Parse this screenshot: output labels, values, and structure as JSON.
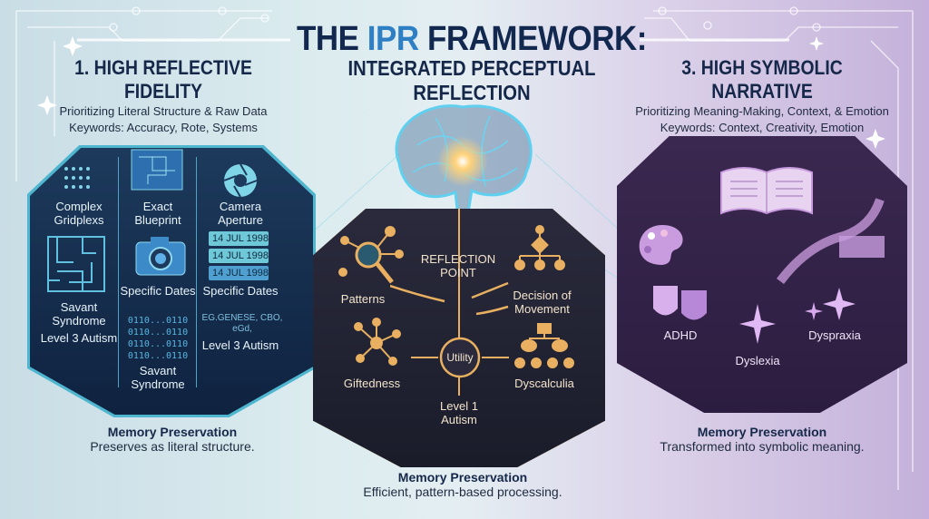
{
  "header": {
    "title_pre": "THE ",
    "title_accent": "IPR",
    "title_post": " FRAMEWORK:",
    "subtitle": "INTEGRATED PERCEPTUAL REFLECTION"
  },
  "left": {
    "heading": "1. HIGH REFLECTIVE FIDELITY",
    "sub": "Prioritizing Literal Structure & Raw Data",
    "keywords": "Keywords: Accuracy, Rote, Systems",
    "items": {
      "gridplexs": "Complex Gridplexs",
      "blueprint": "Exact Blueprint",
      "aperture": "Camera Aperture",
      "savant1": "Savant Syndrome",
      "level3a": "Level 3 Autism",
      "dates1": "Specific Dates",
      "dates2": "Specific Dates",
      "savant2": "Savant Syndrome",
      "eg": "EG.GENESE, CBO, eGd,",
      "level3b": "Level 3 Autism"
    },
    "dates": [
      "14 JUL 1998",
      "14 JUL 1998",
      "14 JUL 1998"
    ],
    "binary": [
      "0110...0110",
      "0110...0110",
      "0110...0110",
      "0110...0110"
    ],
    "memory_heading": "Memory Preservation",
    "memory_text": "Preserves as literal structure."
  },
  "center": {
    "reflection": "REFLECTION POINT",
    "patterns": "Patterns",
    "decision": "Decision of Movement",
    "utility": "Utility",
    "giftedness": "Giftedness",
    "dyscalculia": "Dyscalculia",
    "level1": "Level 1 Autism",
    "memory_heading": "Memory Preservation",
    "memory_text": "Efficient, pattern-based processing."
  },
  "right": {
    "heading": "3. HIGH SYMBOLIC NARRATIVE",
    "sub": "Prioritizing Meaning-Making, Context, & Emotion",
    "keywords": "Keywords: Context, Creativity, Emotion",
    "adhd": "ADHD",
    "dyslexia": "Dyslexia",
    "dyspraxia": "Dyspraxia",
    "memory_heading": "Memory Preservation",
    "memory_text": "Transformed into symbolic meaning."
  },
  "colors": {
    "navy": "#15284a",
    "accent": "#2e7fc4",
    "cyan": "#4fb6cf",
    "gold": "#d7a456",
    "violet": "#c99ce0"
  }
}
